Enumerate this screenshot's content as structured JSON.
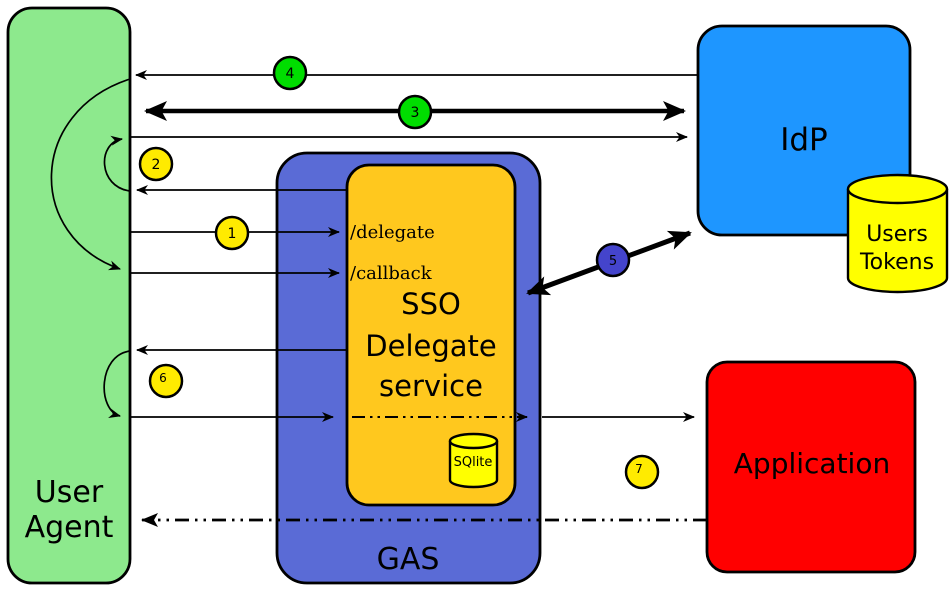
{
  "nodes": {
    "user_agent": {
      "line1": "User",
      "line2": "Agent",
      "fill": "#8DE98D"
    },
    "gas": {
      "label": "GAS",
      "fill": "#5A6BD6"
    },
    "sso_delegate": {
      "line1": "SSO",
      "line2": "Delegate",
      "line3": "service",
      "fill": "#FFC81E"
    },
    "idp": {
      "label": "IdP",
      "fill": "#1E96FF"
    },
    "application": {
      "label": "Application",
      "fill": "#FF0000"
    }
  },
  "endpoints": {
    "delegate": {
      "label": "/delegate",
      "color": "#993399"
    },
    "callback": {
      "label": "/callback",
      "color": "#6073CE"
    }
  },
  "databases": {
    "users_tokens": {
      "line1": "Users",
      "line2": "Tokens",
      "fill": "#FFFF00"
    },
    "sqlite": {
      "label": "SQlite",
      "fill": "#FFFF00"
    }
  },
  "steps": [
    {
      "label": "1",
      "fill": "#FFEB00",
      "text": "#000000"
    },
    {
      "label": "2",
      "fill": "#FFEB00",
      "text": "#000000"
    },
    {
      "label": "3",
      "fill": "#00DD00",
      "text": "#000000"
    },
    {
      "label": "4",
      "fill": "#00DD00",
      "text": "#000000"
    },
    {
      "label": "5",
      "fill": "#4444CC",
      "text": "#FFFFFF"
    },
    {
      "label": "6",
      "fill": "#FFEB00",
      "text": "#000000"
    },
    {
      "label": "7",
      "fill": "#FFEB00",
      "text": "#000000"
    }
  ],
  "line_color": "#000000",
  "background": "#FFFFFF"
}
